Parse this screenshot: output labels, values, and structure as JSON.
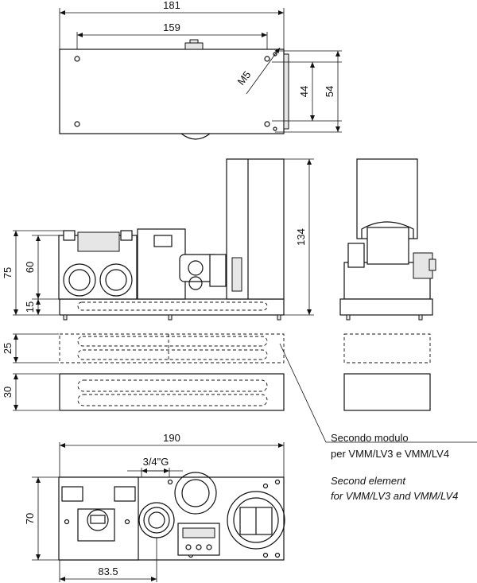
{
  "dimensions": {
    "top_width_overall": "181",
    "top_width_holes": "159",
    "thread": "M5",
    "top_height_inner": "44",
    "top_height_outer": "54",
    "side_height_total": "134",
    "side_height_75": "75",
    "side_height_60": "60",
    "side_height_15": "15",
    "module_height_25": "25",
    "module_height_30": "30",
    "bottom_width": "190",
    "port_size": "3/4\"G",
    "bottom_height": "70",
    "bottom_offset": "83.5"
  },
  "notes": {
    "it_line1": "Secondo modulo",
    "it_line2": "per VMM/LV3 e VMM/LV4",
    "en_line1": "Second element",
    "en_line2": "for VMM/LV3 and VMM/LV4"
  }
}
